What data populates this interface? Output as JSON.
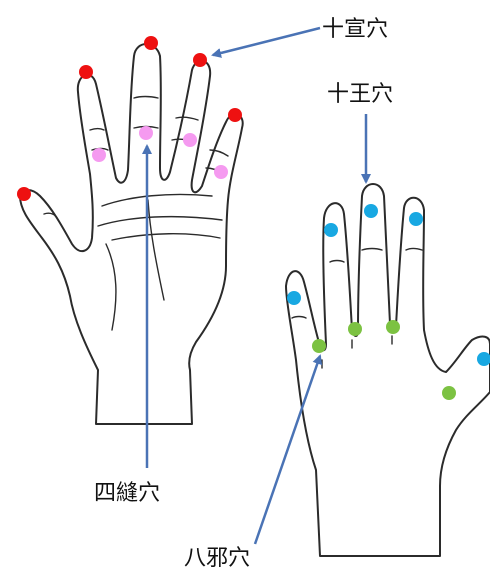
{
  "labels": {
    "shixuan": "十宣穴",
    "shiwang": "十王穴",
    "sifeng": "四縫穴",
    "baxie": "八邪穴"
  },
  "colors": {
    "shixuan_point": "#ee1111",
    "sifeng_point": "#f59af0",
    "shiwang_point": "#18a8e2",
    "baxie_point": "#7cc242",
    "arrow": "#4a73b5",
    "hand_outline": "#2b2b2b"
  }
}
